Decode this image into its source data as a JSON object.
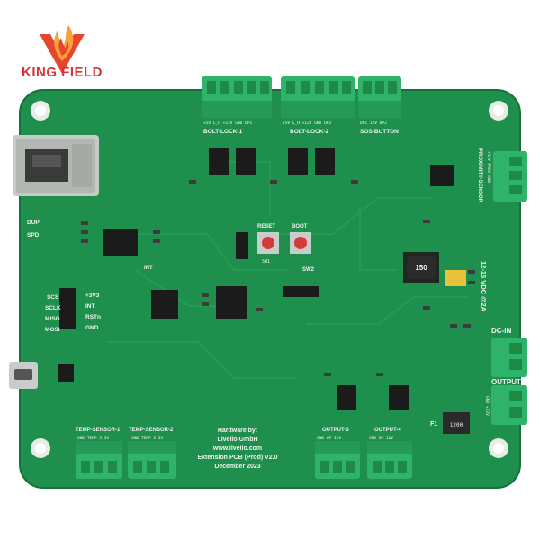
{
  "logo": {
    "text": "KING FIELD",
    "icon": "flame-v-icon",
    "colors": {
      "flame": "#e8452e",
      "flame_inner": "#f7a13a",
      "text": "#d8333a"
    }
  },
  "board": {
    "colors": {
      "pcb": "#1f8f4e",
      "pcb_dark": "#197a41",
      "terminal": "#2fb36a",
      "chip": "#1b1b1b",
      "silk": "#f2f4ee"
    },
    "connectors": {
      "bolt_lock_1": {
        "label": "BOLT-LOCK-1",
        "pins": "+5V  L_H  +12V  GND  OP1"
      },
      "bolt_lock_2": {
        "label": "BOLT-LOCK-2",
        "pins": "+5V  L_H  +12V  GND  OP2"
      },
      "sos_button": {
        "label": "SOS-BUTTON",
        "pins": "OP1  12V  OP2"
      },
      "proximity": {
        "label": "PROXIMITY-SENSOR",
        "pins": "+12V  PROX  GND"
      },
      "dc_in": {
        "label": "DC-IN",
        "rating": "12-15 VDC @2A"
      },
      "output": {
        "label": "OUTPUT",
        "pins": "GND +12V"
      },
      "temp1": {
        "label": "TEMP-SENSOR-1",
        "pins": "GND  TEMP  3.3V"
      },
      "temp2": {
        "label": "TEMP-SENSOR-2",
        "pins": "GND  TEMP  3.3V"
      },
      "output3": {
        "label": "OUTPUT-3",
        "pins": "GND  OP  12V"
      },
      "output4": {
        "label": "OUTPUT-4",
        "pins": "GND  OP  12V"
      }
    },
    "buttons": {
      "reset": "RESET",
      "boot": "BOOT",
      "sw1": "SW1",
      "sw2": "SW2"
    },
    "left_labels": {
      "dup": "DUP",
      "spd": "SPD",
      "scs": "SCS",
      "sclk": "SCLK",
      "miso": "MISO",
      "mosi": "MOSI",
      "v33": "+3V3",
      "int": "INT",
      "rst": "RSTn",
      "gnd": "GND",
      "int2": "INT"
    },
    "credits": {
      "line1": "Hardware by:",
      "line2": "Livello GmbH",
      "line3": "www.livello.com",
      "line4": "Extension PCB (Prod) V2.0",
      "line5": "December 2023"
    },
    "inductor": "150",
    "fuse": "F1",
    "fuse_value": "1200"
  }
}
